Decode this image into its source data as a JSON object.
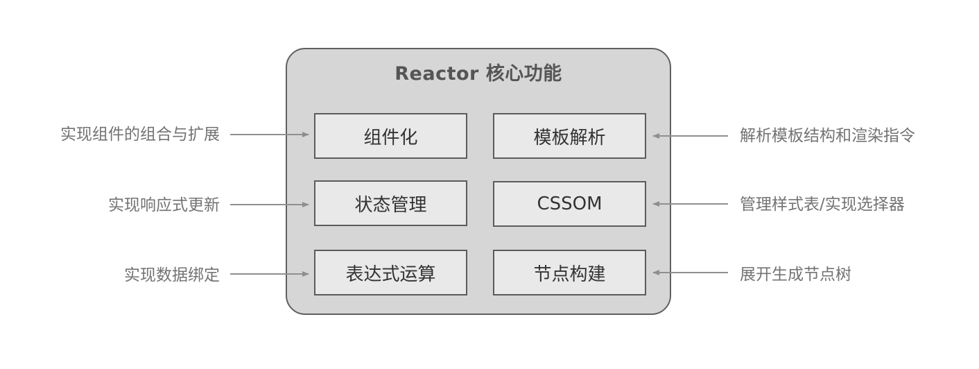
{
  "diagram": {
    "title": "Reactor 核心功能",
    "boxes": [
      {
        "label": "组件化"
      },
      {
        "label": "模板解析"
      },
      {
        "label": "状态管理"
      },
      {
        "label": "CSSOM"
      },
      {
        "label": "表达式运算"
      },
      {
        "label": "节点构建"
      }
    ],
    "left_labels": [
      {
        "text": "实现组件的组合与扩展"
      },
      {
        "text": "实现响应式更新"
      },
      {
        "text": "实现数据绑定"
      }
    ],
    "right_labels": [
      {
        "text": "解析模板结构和渲染指令"
      },
      {
        "text": "管理样式表/实现选择器"
      },
      {
        "text": "展开生成节点树"
      }
    ]
  },
  "colors": {
    "container_fill": "#d6d6d6",
    "container_border": "#5f5f5f",
    "box_fill": "#e9e9e9",
    "box_border": "#5b5b5b",
    "arrow": "#8f8f8f",
    "label_text": "#737373"
  }
}
